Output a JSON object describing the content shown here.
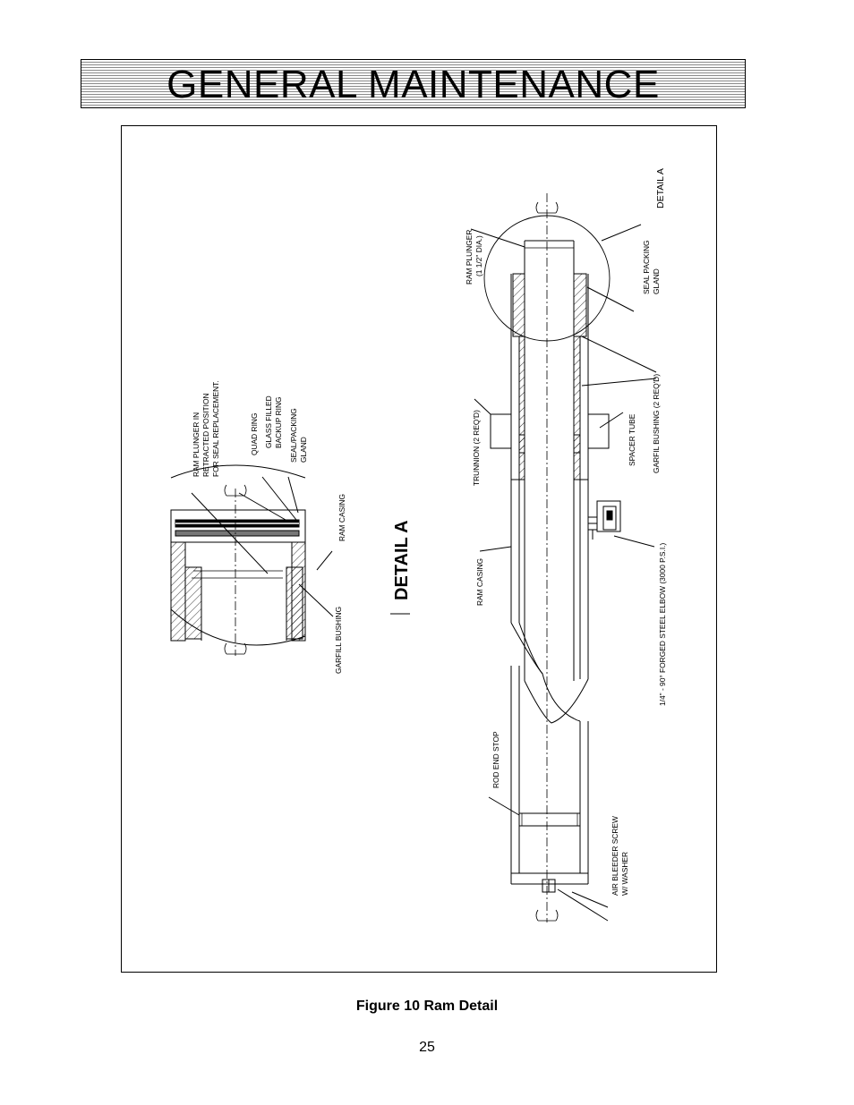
{
  "header": {
    "title": "GENERAL MAINTENANCE"
  },
  "figure": {
    "caption": "Figure 10  Ram Detail",
    "detail_heading": "DETAIL A",
    "labels": {
      "ram_plunger_retracted": [
        "RAM PLUNGER IN",
        "RETRACTED POSITION",
        "FOR SEAL REPLACEMENT."
      ],
      "quad_ring": "QUAD RING",
      "glass_filled_backup_ring": [
        "GLASS FILLED",
        "BACKUP RING"
      ],
      "seal_packing_gland_detail": [
        "SEAL/PACKING",
        "GLAND"
      ],
      "ram_casing_detail": "RAM CASING",
      "garfill_bushing": "GARFILL BUSHING",
      "ram_plunger": [
        "RAM PLUNGER",
        "(1 1/2\" DIA.)"
      ],
      "trunnion": "TRUNNION (2 REQ'D)",
      "ram_casing_main": "RAM CASING",
      "rod_end_stop": "ROD END STOP",
      "air_bleeder_screw": [
        "AIR BLEEDER SCREW",
        "W/ WASHER"
      ],
      "detail_a_callout": "DETAIL A",
      "seal_packing_gland_main": [
        "SEAL PACKING",
        "GLAND"
      ],
      "spacer_tube": "SPACER TUBE",
      "garfil_bushing_main": "GARFIL BUSHING (2 REQ'D)",
      "forged_steel_elbow": "1/4\" - 90° FORGED STEEL ELBOW (3000 P.S.I.)"
    }
  },
  "footer": {
    "page_number": "25"
  }
}
